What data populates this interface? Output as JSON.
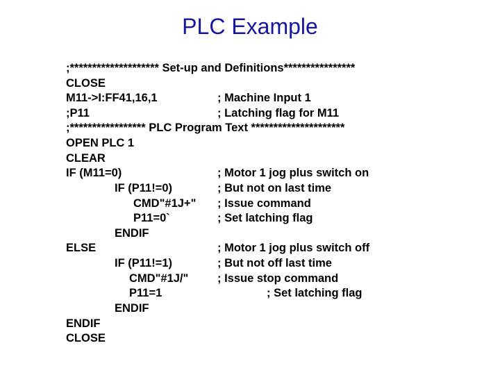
{
  "title": "PLC Example",
  "code": [
    {
      "text": ";******************** Set-up and Definitions****************",
      "comment": ""
    },
    {
      "text": "CLOSE",
      "comment": ""
    },
    {
      "text": "M11->I:FF41,16,1",
      "comment": "; Machine Input 1"
    },
    {
      "text": ";P11",
      "comment": "; Latching flag for M11"
    },
    {
      "text": ";***************** PLC Program Text *********************",
      "comment": ""
    },
    {
      "text": "OPEN PLC 1",
      "comment": ""
    },
    {
      "text": "CLEAR",
      "comment": ""
    },
    {
      "text": "IF (M11=0)",
      "comment": "; Motor 1 jog plus switch on"
    },
    {
      "text": "IF (P11!=0)",
      "comment": "; But not on last time"
    },
    {
      "text": "CMD\"#1J+\"",
      "comment": "; Issue command"
    },
    {
      "text": "P11=0`",
      "comment": "; Set latching flag"
    },
    {
      "text": "ENDIF",
      "comment": ""
    },
    {
      "text": "ELSE",
      "comment": "; Motor 1 jog plus switch off"
    },
    {
      "text": "IF (P11!=1)",
      "comment": "; But not off last time"
    },
    {
      "text": "CMD\"#1J/\"",
      "comment": "; Issue stop command"
    },
    {
      "text": "P11=1",
      "comment": "; Set latching flag"
    },
    {
      "text": "ENDIF",
      "comment": ""
    },
    {
      "text": "ENDIF",
      "comment": ""
    },
    {
      "text": "CLOSE",
      "comment": ""
    }
  ]
}
